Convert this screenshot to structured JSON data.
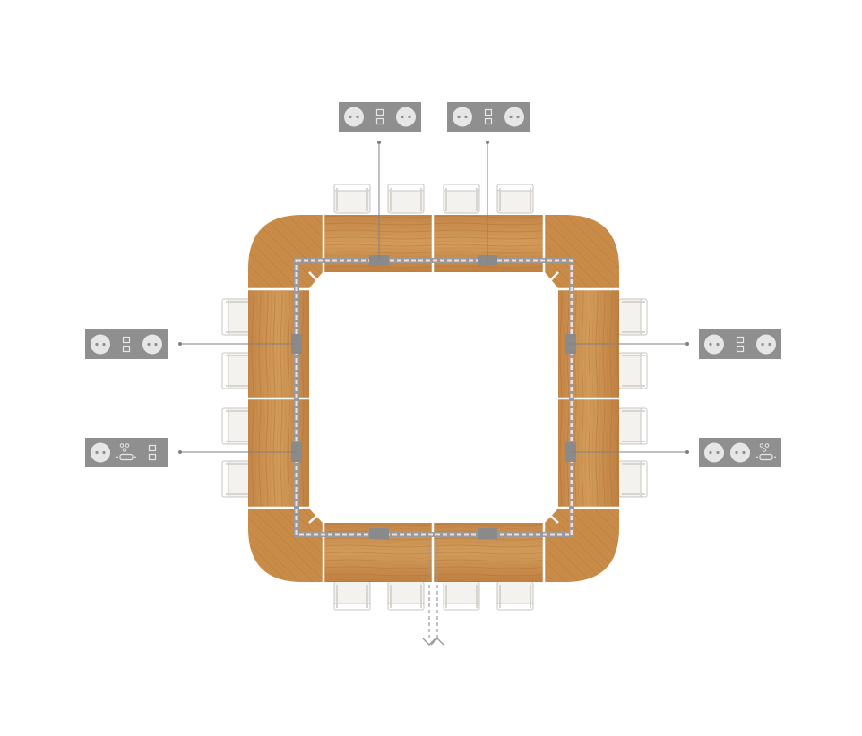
{
  "diagram": {
    "background": "#ffffff",
    "colors": {
      "wood": "#c98c48",
      "wood_dark": "#a96d30",
      "wood_light": "#dba565",
      "seam": "#ffffff",
      "chair_fill": "#f4f2ee",
      "chair_stroke": "#c9c6c0",
      "cable": "#9a9a9a",
      "cable_inner": "#f7ddd6",
      "power_box": "#8a8a8a",
      "panel": "#8f8f8f",
      "panel_light": "#e6e6e6",
      "leader": "#808080"
    },
    "table": {
      "shape": "square-ring",
      "segments": 12,
      "corner_segments": 4
    },
    "chairs": {
      "count": 16,
      "per_side": 4
    },
    "power_boxes": {
      "count": 8
    },
    "cable_exit": {
      "icon": "double-chevron-down-icon"
    },
    "connection_panels": [
      {
        "id": "top-left",
        "modules": [
          "socket",
          "data-ports",
          "socket"
        ]
      },
      {
        "id": "top-right",
        "modules": [
          "socket",
          "data-ports",
          "socket"
        ]
      },
      {
        "id": "left-upper",
        "modules": [
          "socket",
          "data-ports",
          "socket"
        ]
      },
      {
        "id": "left-lower",
        "modules": [
          "socket",
          "vga-port",
          "data-ports"
        ]
      },
      {
        "id": "right-upper",
        "modules": [
          "socket",
          "data-ports",
          "socket"
        ]
      },
      {
        "id": "right-lower",
        "modules": [
          "socket",
          "socket",
          "vga-port"
        ]
      }
    ]
  }
}
